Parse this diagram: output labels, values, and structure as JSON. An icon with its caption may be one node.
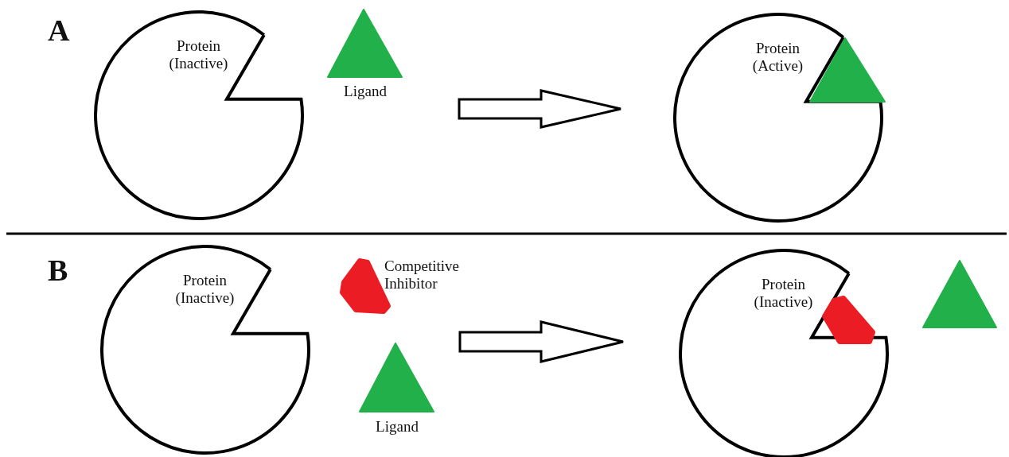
{
  "diagram": {
    "nodes": [
      {
        "text": [
          "Protein (Inactive)"
        ]
      },
      {
        "text": [
          "Ligand"
        ]
      },
      {
        "text": [
          "Protein (Active)"
        ]
      },
      {
        "text": [],
        "shape": "triangle"
      },
      {
        "text": [
          "Protein (Inactive)"
        ]
      },
      {
        "text": [
          "Competitive Inhibitor"
        ]
      },
      {
        "text": [
          "Ligand"
        ]
      },
      {
        "text": [
          "Protein (Inactive)"
        ]
      },
      {
        "text": [],
        "shape": "bar"
      },
      {
        "text": [],
        "shape": "triangle"
      }
    ],
    "edges": [
      {
        "from": 1,
        "to": 2,
        "arrow": "to"
      },
      {
        "from": 6,
        "to": 7,
        "arrow": "to"
      }
    ],
    "labels": [
      "A",
      "B"
    ]
  }
}
